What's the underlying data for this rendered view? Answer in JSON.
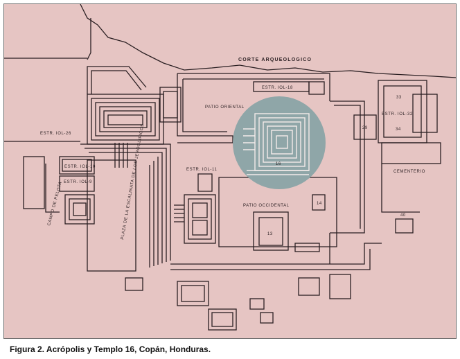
{
  "colors": {
    "paper": "#e6c5c3",
    "ink": "#2a1f22",
    "highlight": "#8fa6a8",
    "caption": "#111111"
  },
  "map": {
    "labels": {
      "corte": "CORTE ARQUEOLOGICO",
      "estr_iol_26": "ESTR. IOL-26",
      "estr_iol_18": "ESTR. IOL-18",
      "patio_oriental": "PATIO ORIENTAL",
      "estr_iol_11": "ESTR. IOL-11",
      "estr_iol_10": "ESTR. IOL-10",
      "estr_iol_9": "ESTR. IOL-9",
      "estr_iol_32": "ESTR. IOL-32",
      "cementerio": "CEMENTERIO",
      "patio_occidental": "PATIO OCCIDENTAL",
      "campo_pelota": "CAMPO DE PELOTA",
      "plaza_escalinata": "PLAZA DE LA ESCALINATA DE LOS JEROGLIFICOS",
      "n33": "33",
      "n29": "29",
      "n34": "34",
      "n16": "16",
      "n14": "14",
      "n40": "40",
      "n13": "13"
    }
  },
  "caption": "Figura 2.  Acrópolis y Templo 16, Copán, Honduras."
}
